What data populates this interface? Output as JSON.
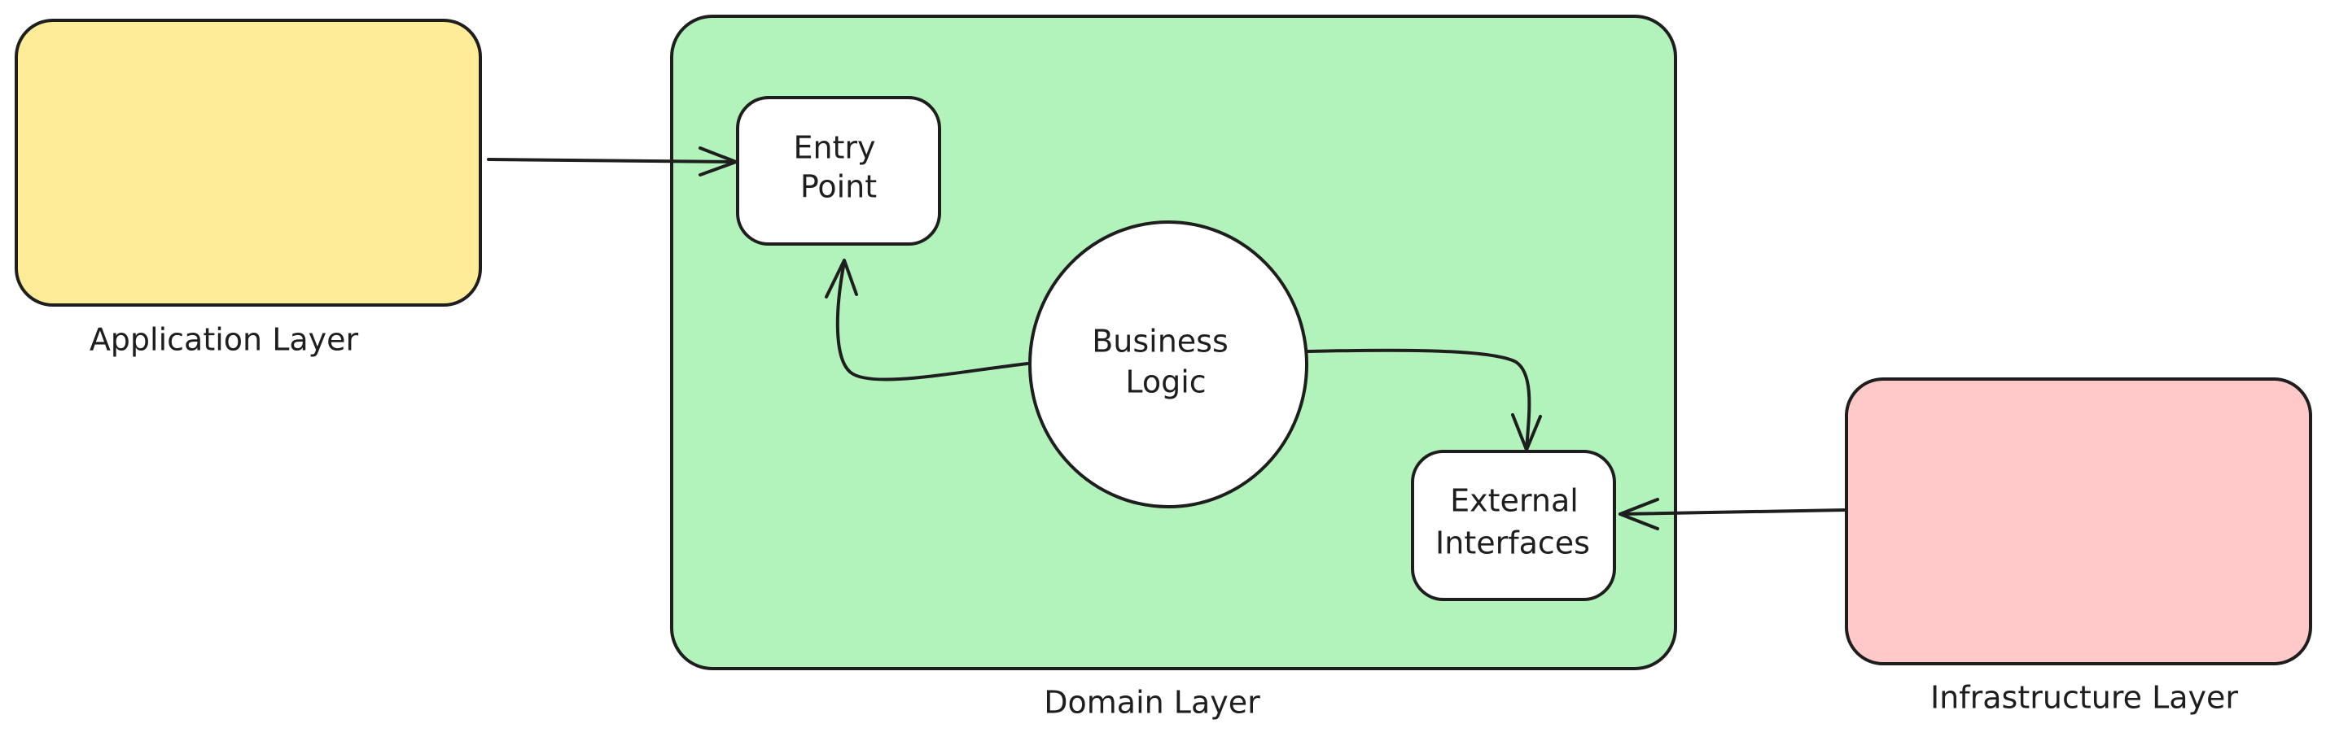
{
  "diagram": {
    "layers": {
      "application": {
        "label": "Application Layer",
        "fill": "#ffec99"
      },
      "domain": {
        "label": "Domain Layer",
        "fill": "#b2f2bb"
      },
      "infrastructure": {
        "label": "Infrastructure Layer",
        "fill": "#ffc9c9"
      }
    },
    "nodes": {
      "entry_point": {
        "line1": "Entry",
        "line2": "Point",
        "fill": "#ffffff"
      },
      "business_logic": {
        "line1": "Business",
        "line2": "Logic",
        "fill": "#ffffff"
      },
      "external_interfaces": {
        "line1": "External",
        "line2": "Interfaces",
        "fill": "#ffffff"
      }
    },
    "edges": [
      {
        "from": "Application Layer",
        "to": "Entry Point"
      },
      {
        "from": "Business Logic",
        "to": "Entry Point"
      },
      {
        "from": "Business Logic",
        "to": "External Interfaces"
      },
      {
        "from": "Infrastructure Layer",
        "to": "External Interfaces"
      }
    ],
    "stroke_color": "#1e1e1e"
  }
}
